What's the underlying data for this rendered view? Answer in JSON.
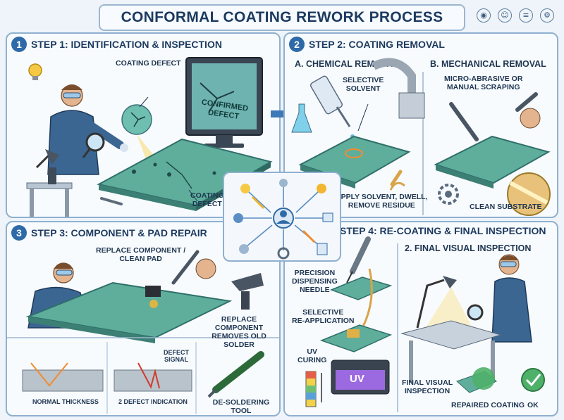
{
  "title": "CONFORMAL COATING REWORK PROCESS",
  "header_icons": [
    "eye-icon",
    "user-icon",
    "sliders-icon",
    "gear-icon"
  ],
  "step1": {
    "number": "1",
    "title": "STEP 1: IDENTIFICATION & INSPECTION",
    "coating_defect_top": "COATING DEFECT",
    "confirmed_defect": "CONFIRMED DEFECT",
    "coating_defect_bottom": "COATING\nDEFECT"
  },
  "step2": {
    "number": "2",
    "title": "STEP 2: COATING REMOVAL",
    "chemical": "A. CHEMICAL REMOVAL",
    "mechanical": "B. MECHANICAL REMOVAL",
    "selective_solvent": "SELECTIVE\nSOLVENT",
    "micro_abrasive": "MICRO-ABRASIVE or\nMANUAL SCRAPING",
    "apply_solvent": "APPLY SOLVENT, DWELL,\nREMOVE RESIDUE",
    "clean_substrate": "CLEAN SUBSTRATE"
  },
  "step3": {
    "number": "3",
    "title": "STEP 3: COMPONENT & PAD REPAIR",
    "replace_clean": "REPLACE COMPONENT /\nCLEAN PAD",
    "replace_removes": "REPLACE COMPONENT\nREMOVES OLD SOLDER",
    "defect_signal": "DEFECT\nSIGNAL",
    "normal_thickness": "NORMAL THICKNESS",
    "defect_indication": "2 DEFECT INDICATION",
    "desoldering_tool": "DE-SOLDERING TOOL"
  },
  "step4": {
    "title": "STEP 4: RE-COATING & FINAL INSPECTION",
    "final_visual_head": "2. FINAL VISUAL INSPECTION",
    "precision": "PRECISION\nDISPENSING\nNEEDLE",
    "selective_reapp": "SELECTIVE\nRE-APPLICATION",
    "uv_curing": "UV\nCURING",
    "uv": "UV",
    "final_visual": "FINAL VISUAL\nINSPECTION",
    "repaired": "REPAIRED COATING",
    "ok": "OK"
  },
  "colors": {
    "accent": "#2f6aa8",
    "board": "#5fae9c",
    "panel_border": "#8fb0cf",
    "highlight": "#f2b632"
  }
}
